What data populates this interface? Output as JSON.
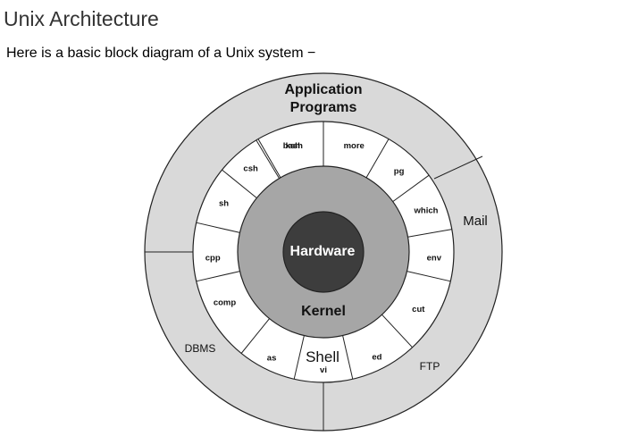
{
  "page": {
    "title": "Unix Architecture",
    "intro": "Here is a basic block diagram of a Unix system −"
  },
  "diagram": {
    "outer_ring": {
      "title_lines": [
        "Application",
        "Programs"
      ],
      "labels": [
        "Mail",
        "FTP",
        "DBMS"
      ]
    },
    "shell": {
      "label": "Shell",
      "commands": [
        "bash",
        "more",
        "pg",
        "which",
        "env",
        "cut",
        "ed",
        "vi",
        "as",
        "comp",
        "cpp",
        "sh",
        "csh",
        "ksh"
      ]
    },
    "kernel": {
      "label": "Kernel"
    },
    "hardware": {
      "label": "Hardware"
    },
    "colors": {
      "outer_ring": "#d9d9d9",
      "shell_ring": "#ffffff",
      "kernel": "#a6a6a6",
      "hardware": "#3d3d3d",
      "hardware_text": "#ffffff",
      "stroke": "#222222"
    }
  }
}
